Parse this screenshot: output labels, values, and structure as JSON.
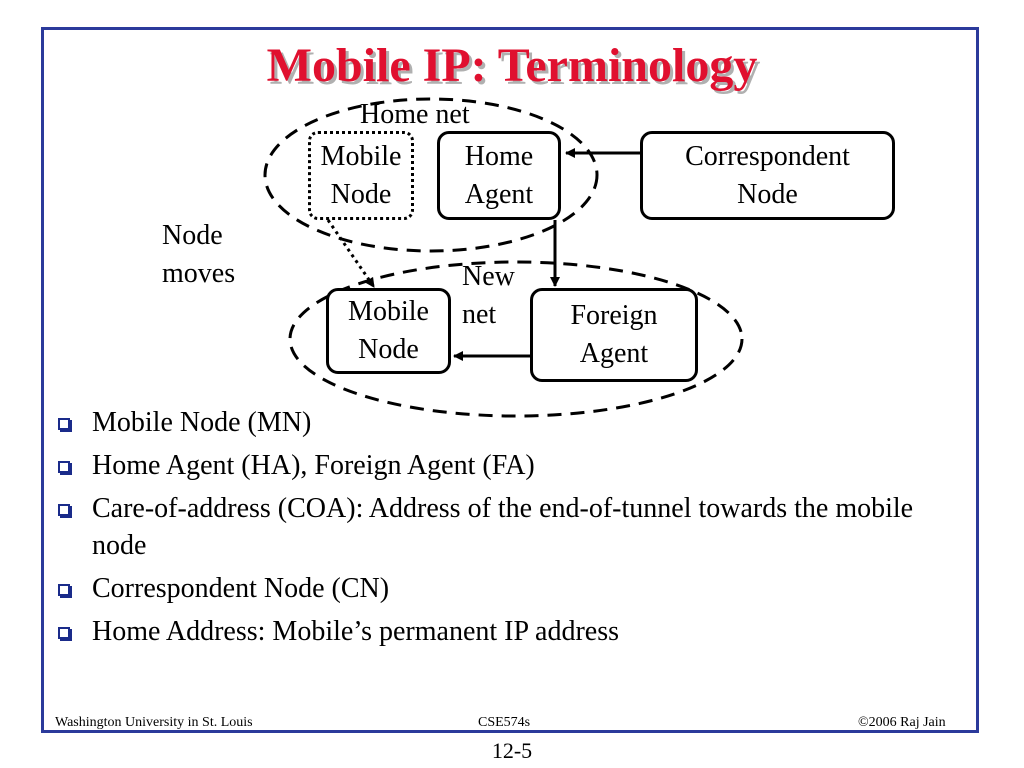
{
  "slide": {
    "title": "Mobile IP: Terminology"
  },
  "diagram": {
    "home_net_label": "Home net",
    "new_net_line1": "New",
    "new_net_line2": "net",
    "node_moves_line1": "Node",
    "node_moves_line2": "moves",
    "mobile_node_home": {
      "line1": "Mobile",
      "line2": "Node"
    },
    "home_agent": {
      "line1": "Home",
      "line2": "Agent"
    },
    "correspondent_node": {
      "line1": "Correspondent",
      "line2": "Node"
    },
    "mobile_node_foreign": {
      "line1": "Mobile",
      "line2": "Node"
    },
    "foreign_agent": {
      "line1": "Foreign",
      "line2": "Agent"
    }
  },
  "bullets": [
    "Mobile Node (MN)",
    "Home Agent (HA), Foreign Agent (FA)",
    "Care-of-address (COA): Address of the end-of-tunnel towards the mobile node",
    "Correspondent Node (CN)",
    "Home Address: Mobile’s permanent IP address"
  ],
  "footer": {
    "left": "Washington University in St. Louis",
    "center": "CSE574s",
    "right": "©2006 Raj Jain",
    "page_number": "12-5"
  },
  "colors": {
    "title": "#e0102f",
    "frame": "#2b3a9b",
    "bullet": "#1a2b8a"
  }
}
